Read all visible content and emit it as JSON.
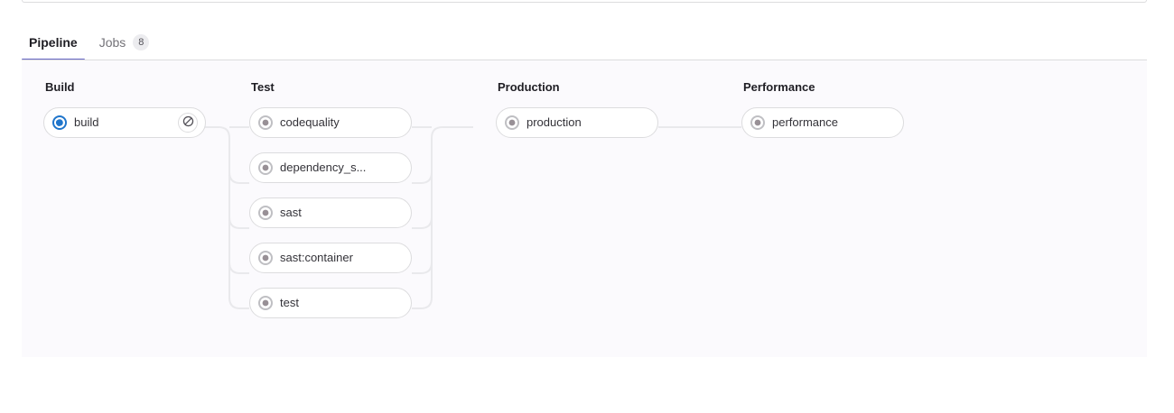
{
  "tabs": [
    {
      "label": "Pipeline",
      "badge": null,
      "active": true
    },
    {
      "label": "Jobs",
      "badge": "8",
      "active": false
    }
  ],
  "colors": {
    "active_tab_underline": "#6666c4",
    "running_status": "#1f75cb",
    "created_status": "#989096",
    "panel_background": "#fbfafd",
    "border": "#dcdcde"
  },
  "pipeline": {
    "stages": [
      {
        "title": "Build",
        "jobs": [
          {
            "name": "build",
            "status": "running",
            "status_icon": "status-running-icon",
            "action": "cancel",
            "action_icon": "cancel-icon"
          }
        ]
      },
      {
        "title": "Test",
        "jobs": [
          {
            "name": "codequality",
            "status": "created",
            "status_icon": "status-created-icon",
            "action": null,
            "action_icon": null
          },
          {
            "name": "dependency_s...",
            "status": "created",
            "status_icon": "status-created-icon",
            "action": null,
            "action_icon": null
          },
          {
            "name": "sast",
            "status": "created",
            "status_icon": "status-created-icon",
            "action": null,
            "action_icon": null
          },
          {
            "name": "sast:container",
            "status": "created",
            "status_icon": "status-created-icon",
            "action": null,
            "action_icon": null
          },
          {
            "name": "test",
            "status": "created",
            "status_icon": "status-created-icon",
            "action": null,
            "action_icon": null
          }
        ]
      },
      {
        "title": "Production",
        "jobs": [
          {
            "name": "production",
            "status": "created",
            "status_icon": "status-created-icon",
            "action": null,
            "action_icon": null
          }
        ]
      },
      {
        "title": "Performance",
        "jobs": [
          {
            "name": "performance",
            "status": "created",
            "status_icon": "status-created-icon",
            "action": null,
            "action_icon": null
          }
        ]
      }
    ]
  }
}
